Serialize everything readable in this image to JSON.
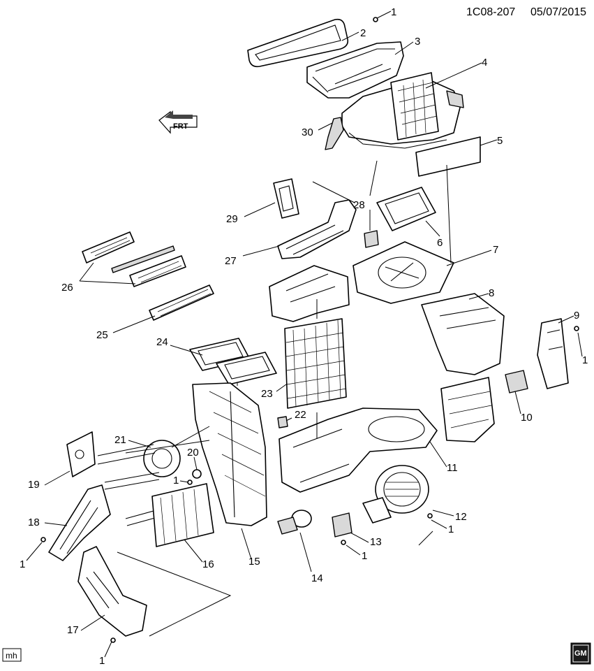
{
  "header": {
    "code": "1C08-207",
    "date": "05/07/2015"
  },
  "direction_arrow": {
    "label": "FRT"
  },
  "callouts": [
    "1",
    "2",
    "3",
    "4",
    "30",
    "5",
    "29",
    "28",
    "6",
    "27",
    "7",
    "26",
    "8",
    "9",
    "25",
    "1",
    "24",
    "10",
    "23",
    "22",
    "21",
    "20",
    "11",
    "1",
    "19",
    "12",
    "18",
    "1",
    "13",
    "1",
    "1",
    "16",
    "15",
    "14",
    "17",
    "1"
  ],
  "footer": {
    "initials": "mh",
    "logo_text": "GM"
  },
  "colors": {
    "line": "#000000",
    "background": "#ffffff",
    "shade": "#d9d9d9"
  }
}
